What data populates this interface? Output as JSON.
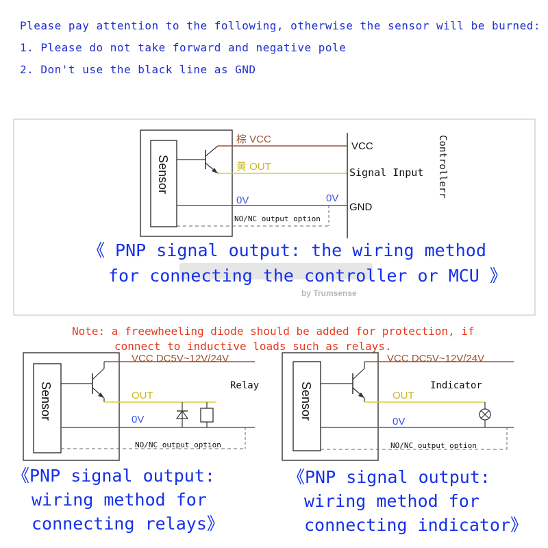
{
  "warning": {
    "heading": "Please pay attention to the following, otherwise the sensor will be burned:",
    "item1": "1. Please do not take forward and negative pole",
    "item2": "2. Don't use the black line as GND"
  },
  "top_diagram": {
    "sensor_label": "Sensor",
    "vcc_wire": "棕 VCC",
    "out_wire": "黄 OUT",
    "gnd_wire": "0V",
    "gnd_wire_right": "0V",
    "option_label": "NO/NC output option",
    "vcc_terminal": "VCC",
    "signal_terminal": "Signal Input",
    "gnd_terminal": "GND",
    "controller_label": "Controllerr",
    "caption_line1": "《 PNP signal output: the wiring method",
    "caption_line2": "for connecting the controller or MCU 》",
    "watermark_brand": "by Trumsense"
  },
  "note": {
    "line1": "Note: a freewheeling diode should be added for protection, if",
    "line2": "connect to inductive loads such as relays."
  },
  "relay_diagram": {
    "sensor_label": "Sensor",
    "vcc_wire": "VCC DC5V~12V/24V",
    "out_wire": "OUT",
    "gnd_wire": "0V",
    "load_label": "Relay",
    "option_label": "NO/NC output option",
    "caption_line1": "《PNP signal output:",
    "caption_line2": "wiring method for",
    "caption_line3": "connecting relays》"
  },
  "indicator_diagram": {
    "sensor_label": "Sensor",
    "vcc_wire": "VCC DC5V~12V/24V",
    "out_wire": "OUT",
    "gnd_wire": "0V",
    "load_label": "Indicator",
    "option_label": "NO/NC output option",
    "caption_line1": "《PNP signal output:",
    "caption_line2": "wiring method for",
    "caption_line3": "connecting indicator》"
  },
  "colors": {
    "text_blue": "#1f2fd0",
    "caption_blue": "#1531e8",
    "note_red": "#e8371a",
    "wire_brown": "#a0522d",
    "wire_yellow": "#d9cf3a",
    "wire_blue": "#3a56e0"
  }
}
